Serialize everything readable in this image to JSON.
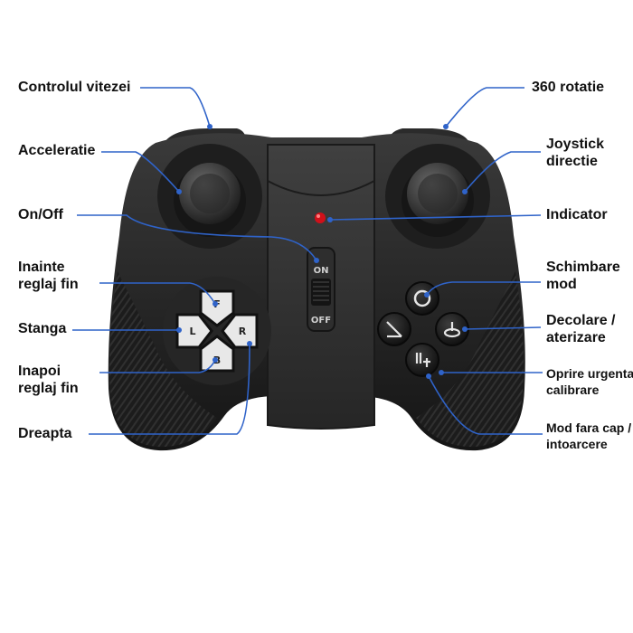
{
  "labels": {
    "speed_control": "Controlul vitezei",
    "acceleration": "Acceleratie",
    "on_off": "On/Off",
    "forward_trim_1": "Inainte",
    "forward_trim_2": "reglaj fin",
    "left": "Stanga",
    "backward_trim_1": "Inapoi",
    "backward_trim_2": "reglaj fin",
    "right": "Dreapta",
    "rotation_360": "360 rotatie",
    "direction_joystick_1": "Joystick",
    "direction_joystick_2": "directie",
    "indicator": "Indicator",
    "mode_change_1": "Schimbare",
    "mode_change_2": "mod",
    "takeoff_landing_1": "Decolare /",
    "takeoff_landing_2": "aterizare",
    "emergency_stop_1": "Oprire urgenta /",
    "emergency_stop_2": "calibrare",
    "headless_mode_1": "Mod fara cap /",
    "headless_mode_2": "intoarcere"
  },
  "switch": {
    "on": "ON",
    "off": "OFF"
  },
  "dpad": {
    "up": "F",
    "left": "L",
    "down": "B",
    "right": "R"
  },
  "colors": {
    "callout": "#2f63c9",
    "body": "#2a2a2a",
    "led": "#d0101a"
  }
}
